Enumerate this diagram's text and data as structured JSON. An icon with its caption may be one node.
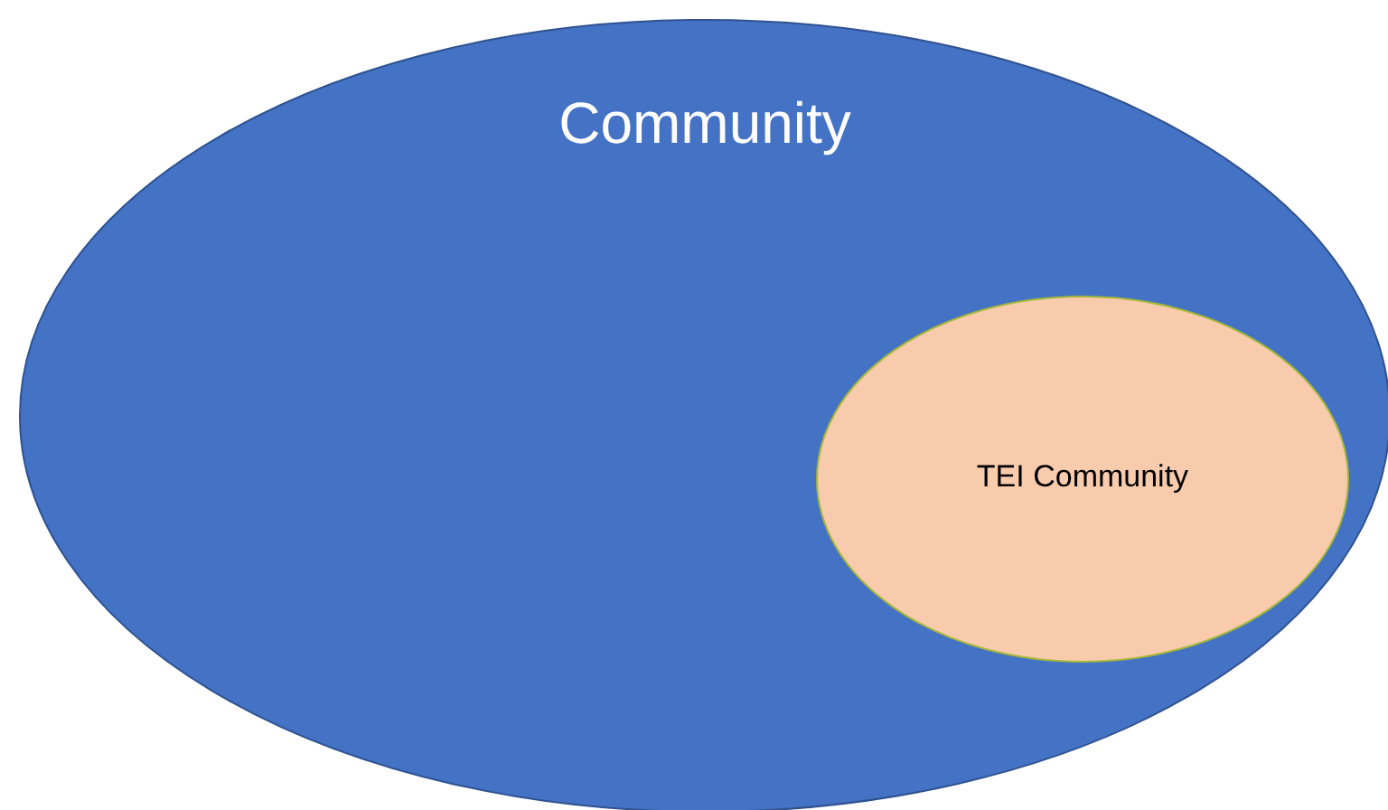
{
  "diagram": {
    "nodes": [
      {
        "text": [
          "Community"
        ]
      },
      {
        "text": [
          "TEI Community"
        ],
        "in": 0
      }
    ]
  }
}
